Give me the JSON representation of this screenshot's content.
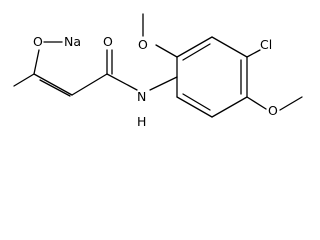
{
  "molecule": {
    "atoms": {
      "sodium": "Na",
      "enol_oxygen": "O",
      "carbonyl_oxygen": "O",
      "amide_nitrogen": "N",
      "amide_hydrogen": "H",
      "chlorine": "Cl",
      "methoxy_oxygen_top": "O",
      "methoxy_oxygen_bottom": "O"
    }
  }
}
